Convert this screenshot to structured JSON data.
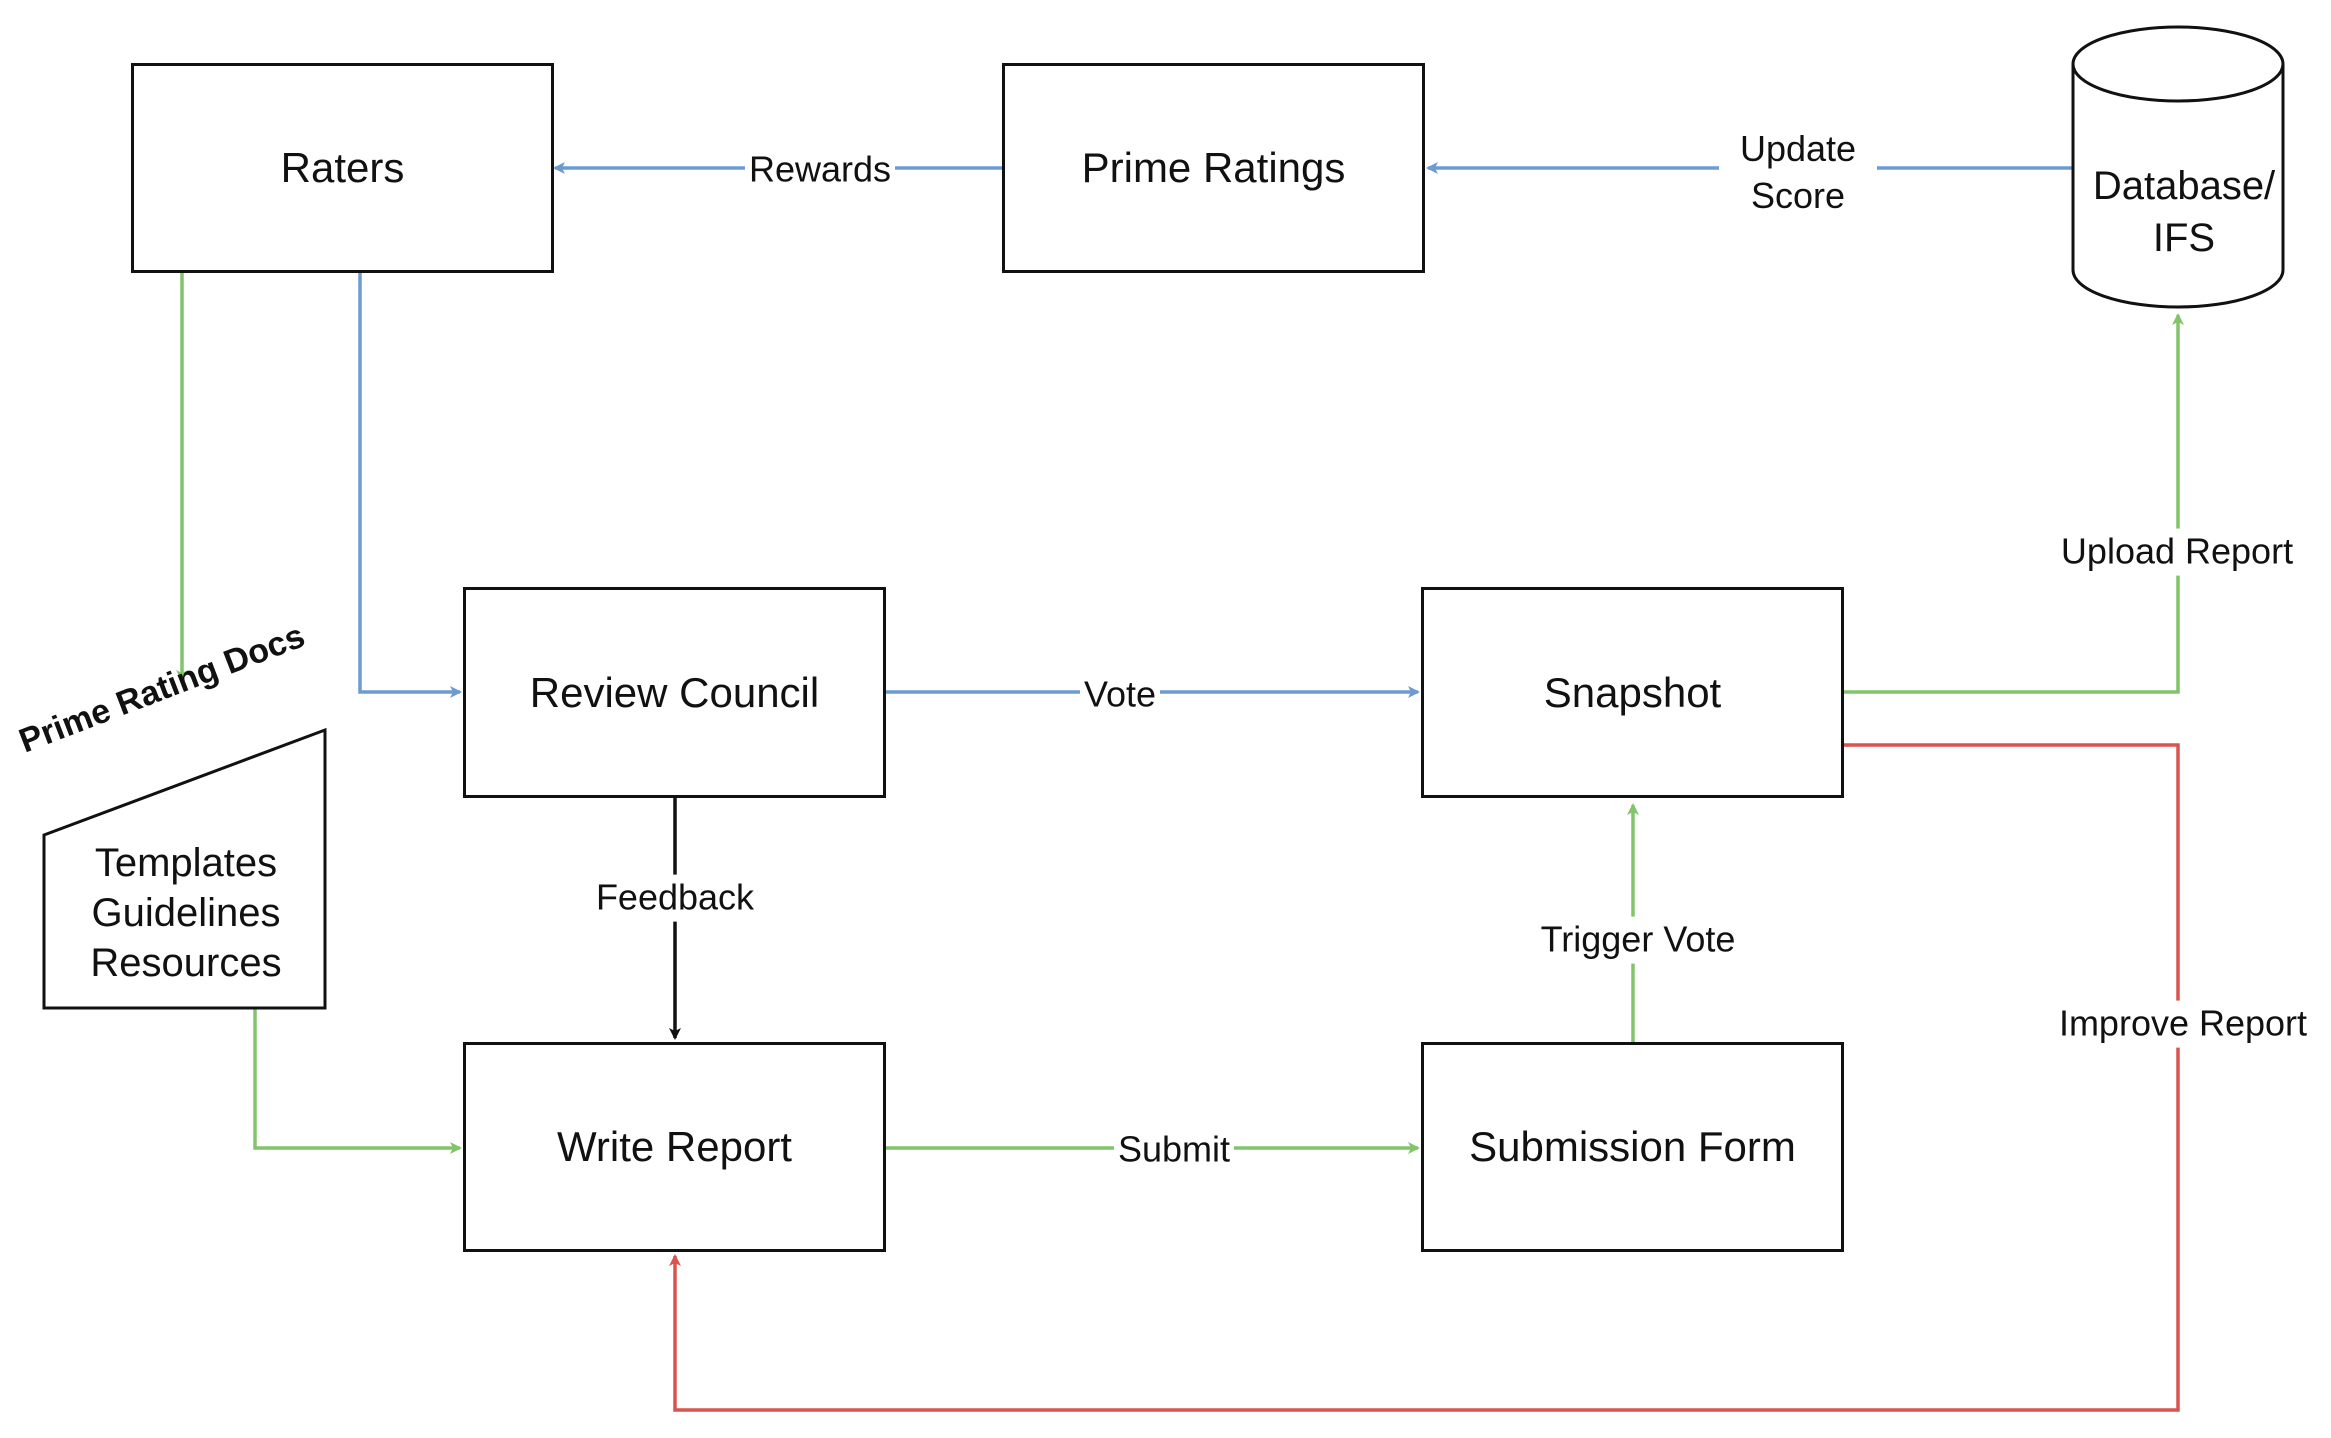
{
  "colors": {
    "blue": "#6c9bd2",
    "green": "#82c46a",
    "red": "#d9534f",
    "black": "#111111"
  },
  "nodes": {
    "raters": "Raters",
    "prime_ratings": "Prime Ratings",
    "database": [
      "Database/",
      "IFS"
    ],
    "review_council": "Review Council",
    "snapshot": "Snapshot",
    "write_report": "Write Report",
    "submission_form": "Submission Form"
  },
  "docs": {
    "title": "Prime Rating Docs",
    "lines": [
      "Templates",
      "Guidelines",
      "Resources"
    ]
  },
  "edges": {
    "rewards": "Rewards",
    "update_score": [
      "Update",
      "Score"
    ],
    "vote": "Vote",
    "feedback": "Feedback",
    "submit": "Submit",
    "trigger_vote": "Trigger Vote",
    "upload_report": "Upload Report",
    "improve_report": "Improve Report"
  }
}
